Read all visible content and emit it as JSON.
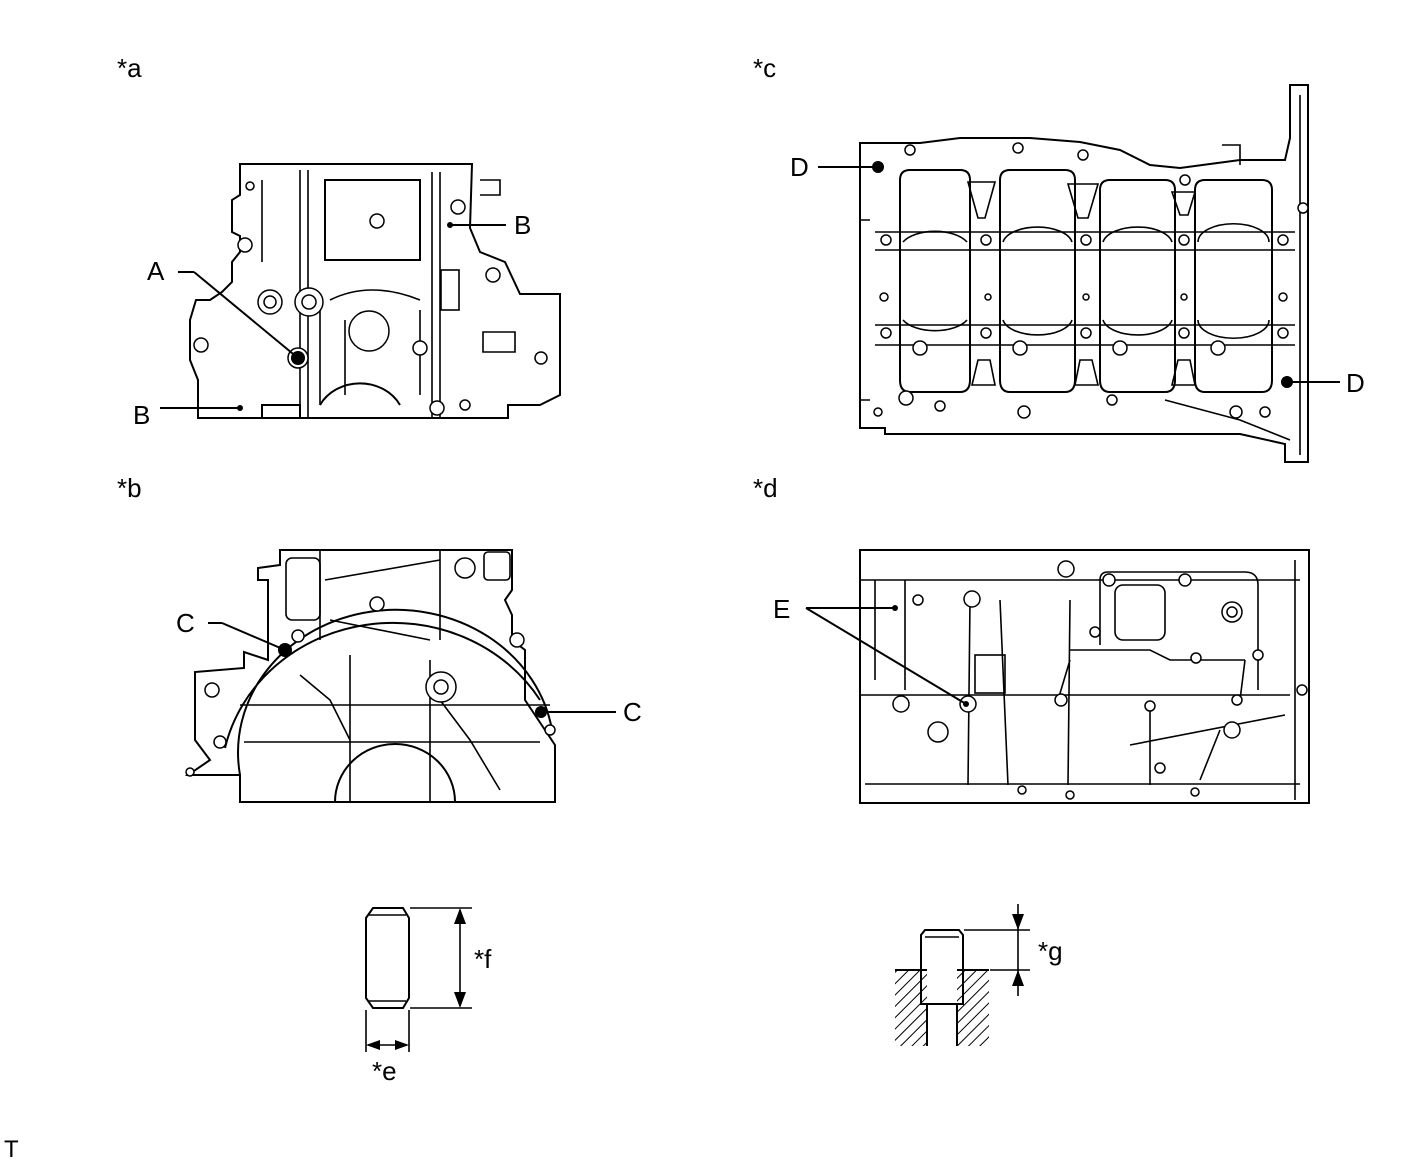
{
  "views": {
    "a": "*a",
    "b": "*b",
    "c": "*c",
    "d": "*d"
  },
  "callouts": {
    "A": "A",
    "B": "B",
    "C": "C",
    "D": "D",
    "E": "E"
  },
  "dimensions": {
    "e": "*e",
    "f": "*f",
    "g": "*g"
  },
  "footer": {
    "mark": "T"
  }
}
